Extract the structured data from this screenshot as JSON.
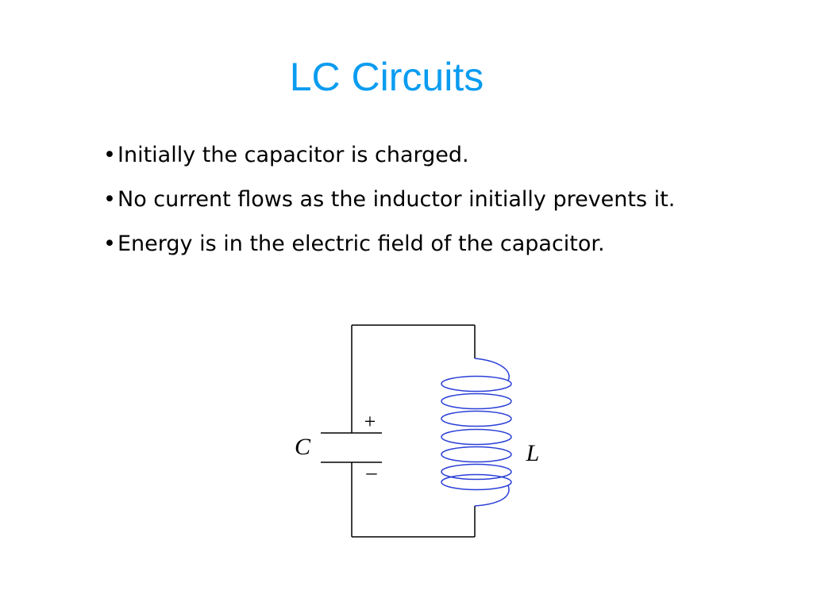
{
  "slide": {
    "title": "LC Circuits",
    "bullets": [
      "Initially the capacitor is charged.",
      "No current flows as the inductor initially prevents it.",
      "Energy is in the electric field of the capacitor."
    ],
    "bullet_glyph": "•"
  },
  "diagram": {
    "capacitor_label": "C",
    "inductor_label": "L",
    "plus_sign": "+",
    "minus_sign": "–",
    "wire_color": "#000000",
    "coil_color": "#2a3fd6"
  }
}
